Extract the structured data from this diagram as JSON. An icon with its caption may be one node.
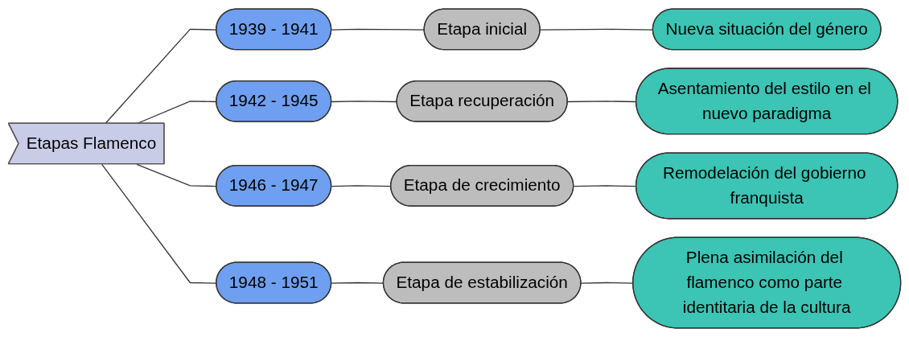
{
  "diagram": {
    "nodes": [
      {
        "text": [
          "Etapas Flamenco"
        ]
      },
      {
        "text": [
          "1939 - 1941"
        ]
      },
      {
        "text": [
          "Etapa inicial"
        ]
      },
      {
        "text": [
          "Nueva situación del género"
        ]
      },
      {
        "text": [
          "1942 - 1945"
        ]
      },
      {
        "text": [
          "Etapa recuperación"
        ]
      },
      {
        "text": [
          "Asentamiento del estilo en el nuevo paradigma"
        ]
      },
      {
        "text": [
          "1946 - 1947"
        ]
      },
      {
        "text": [
          "Etapa de crecimiento"
        ]
      },
      {
        "text": [
          "Remodelación del gobierno franquista"
        ]
      },
      {
        "text": [
          "1948 - 1951"
        ]
      },
      {
        "text": [
          "Etapa de estabilización"
        ]
      },
      {
        "text": [
          "Plena asimilación del flamenco como parte identitaria de la cultura"
        ]
      }
    ],
    "edges": [
      {
        "from": 0,
        "to": 1,
        "arrow": "none"
      },
      {
        "from": 0,
        "to": 4,
        "arrow": "none"
      },
      {
        "from": 0,
        "to": 7,
        "arrow": "none"
      },
      {
        "from": 0,
        "to": 10,
        "arrow": "none"
      },
      {
        "from": 1,
        "to": 2,
        "arrow": "none"
      },
      {
        "from": 2,
        "to": 3,
        "arrow": "none"
      },
      {
        "from": 4,
        "to": 5,
        "arrow": "none"
      },
      {
        "from": 5,
        "to": 6,
        "arrow": "none"
      },
      {
        "from": 7,
        "to": 8,
        "arrow": "none"
      },
      {
        "from": 8,
        "to": 9,
        "arrow": "none"
      },
      {
        "from": 10,
        "to": 11,
        "arrow": "none"
      },
      {
        "from": 11,
        "to": 12,
        "arrow": "none"
      }
    ]
  }
}
